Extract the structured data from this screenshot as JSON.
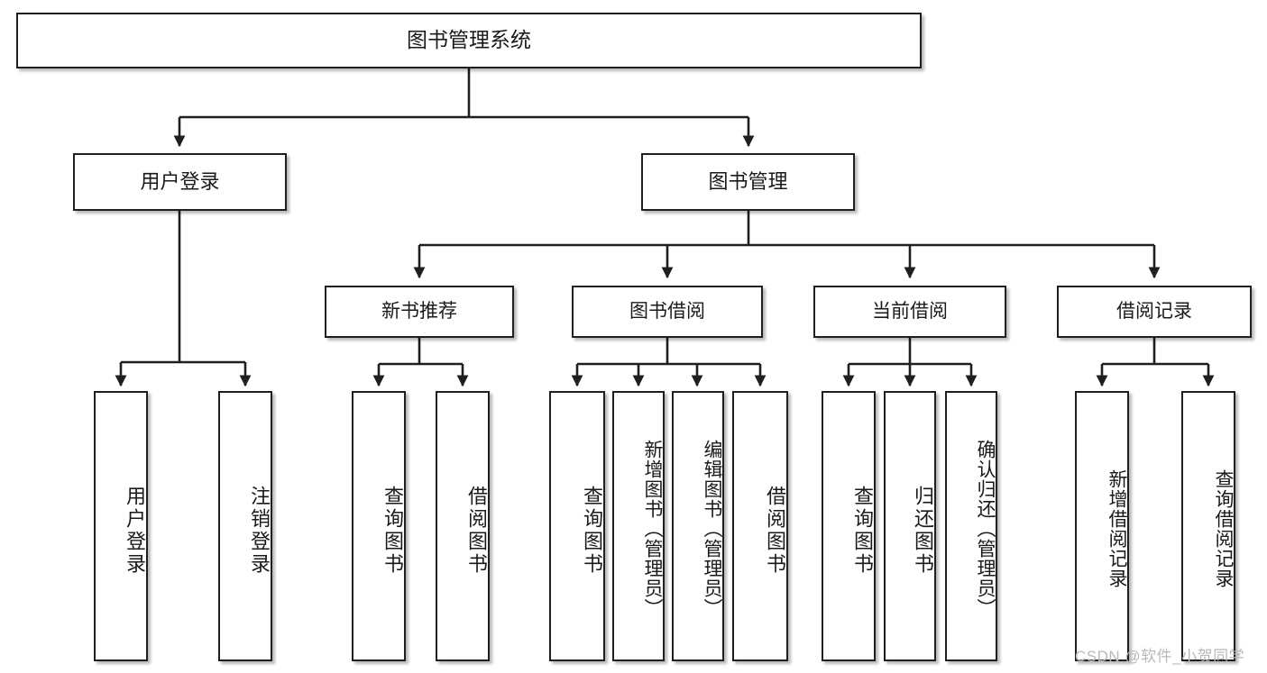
{
  "diagram": {
    "type": "tree",
    "title": "图书管理系统",
    "root": {
      "label": "图书管理系统"
    },
    "level1": [
      {
        "label": "用户登录"
      },
      {
        "label": "图书管理"
      }
    ],
    "level2": [
      {
        "label": "新书推荐"
      },
      {
        "label": "图书借阅"
      },
      {
        "label": "当前借阅"
      },
      {
        "label": "借阅记录"
      }
    ],
    "leaves": {
      "user_login": [
        {
          "label": "用户登录"
        },
        {
          "label": "注销登录"
        }
      ],
      "new_book_recommend": [
        {
          "label": "查询图书"
        },
        {
          "label": "借阅图书"
        }
      ],
      "book_borrow": [
        {
          "label": "查询图书"
        },
        {
          "label": "新增图书（管理员）"
        },
        {
          "label": "编辑图书（管理员）"
        },
        {
          "label": "借阅图书"
        }
      ],
      "current_borrow": [
        {
          "label": "查询图书"
        },
        {
          "label": "归还图书"
        },
        {
          "label": "确认归还（管理员）"
        }
      ],
      "borrow_record": [
        {
          "label": "新增借阅记录"
        },
        {
          "label": "查询借阅记录"
        }
      ]
    }
  },
  "watermark": {
    "text": "CSDN @软件_小贺同学"
  },
  "colors": {
    "background": "#ffffff",
    "box_border": "#1f1f1f",
    "box_fill": "#ffffff",
    "line": "#1f1f1f",
    "text": "#1a1a1a",
    "watermark": "#b9b9b9"
  }
}
